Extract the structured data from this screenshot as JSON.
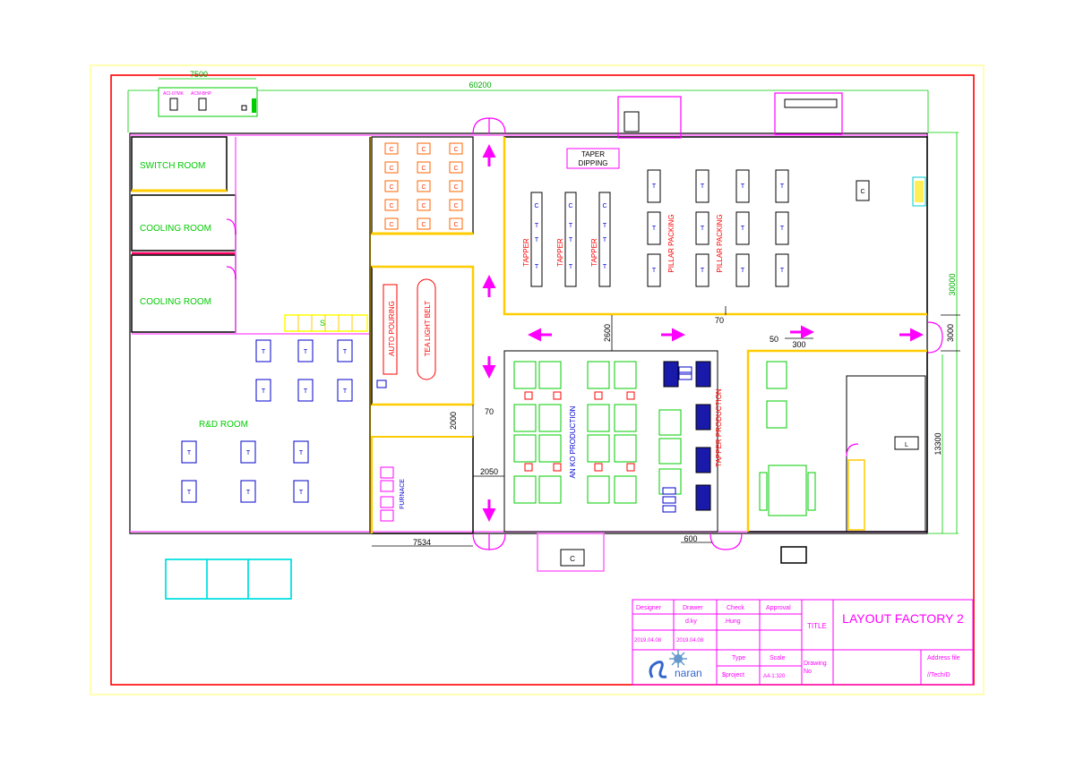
{
  "colors": {
    "frame_outer": "#ffff66",
    "frame_inner": "#ff0000",
    "room_label": "#00dd00",
    "wall": "#000000",
    "wall_fill": "#ffcc00",
    "text_red": "#ff0000",
    "text_blue": "#0000cc",
    "magenta": "#ff00ff",
    "cyan": "#00ffff",
    "dimension_green": "#00cc00"
  },
  "dimensions": {
    "top_overall": "60200",
    "top_left_block": "7500",
    "right_overall": "30000",
    "corridor_mid": "2600",
    "corridor_gap": "70",
    "side_gap": "50",
    "door_300": "300",
    "right_3000": "3000",
    "left_2000": "2000",
    "left_70": "70",
    "left_2050": "2050",
    "right_13300": "13300",
    "bottom_7534": "7534",
    "bottom_600": "600"
  },
  "rooms": {
    "switch_room": "SWITCH ROOM",
    "cooling_room_1": "COOLING ROOM",
    "cooling_room_2": "COOLING ROOM",
    "rd_room": "R&D ROOM",
    "stair_label": "S"
  },
  "zones": {
    "taper_dipping_line1": "TAPER",
    "taper_dipping_line2": "DIPPING",
    "tapper": "TAPPER",
    "pillar_packing": "PILLAR PACKING",
    "auto_pouring": "AUTO POURING",
    "tea_light_belt": "TEA LIGHT BELT",
    "furnace": "FURNACE",
    "aniko_production": "AN KO PRODUCTION",
    "tapper_production": "TAPPER PRODUCTION"
  },
  "equipment": {
    "c_marker": "C",
    "t_marker": "T",
    "l_marker": "L",
    "top_cabinet_label1": "ACI-07MK",
    "top_cabinet_label2": "ACM-BHP"
  },
  "title_block": {
    "headers": [
      "Designer",
      "Drawer",
      "Check",
      "Approval"
    ],
    "names": [
      "",
      "d.ky",
      ".Hung",
      ""
    ],
    "dates": [
      "2019.04.08",
      "2019.04.08",
      "",
      ""
    ],
    "title_label": "TITLE",
    "title": "LAYOUT FACTORY 2",
    "type_label": "Type",
    "scale_label": "Scale",
    "type_value": "$project",
    "scale_value": "A4-1:320",
    "drawing_no_label": "Drawing No",
    "address_label": "Address file",
    "address_value": "//Tech/D",
    "logo_text": "naran"
  }
}
